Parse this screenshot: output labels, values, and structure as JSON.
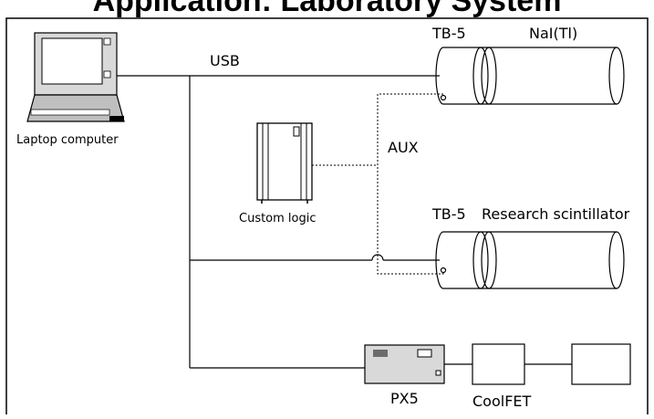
{
  "title": "Application: Laboratory System",
  "labels": {
    "laptop": "Laptop computer",
    "usb": "USB",
    "aux": "AUX",
    "custom_logic": "Custom logic",
    "tb5_top": "TB-5",
    "nai": "NaI(Tl)",
    "tb5_mid": "TB-5",
    "research": "Research scintillator",
    "px5": "PX5",
    "coolfet": "CoolFET"
  }
}
